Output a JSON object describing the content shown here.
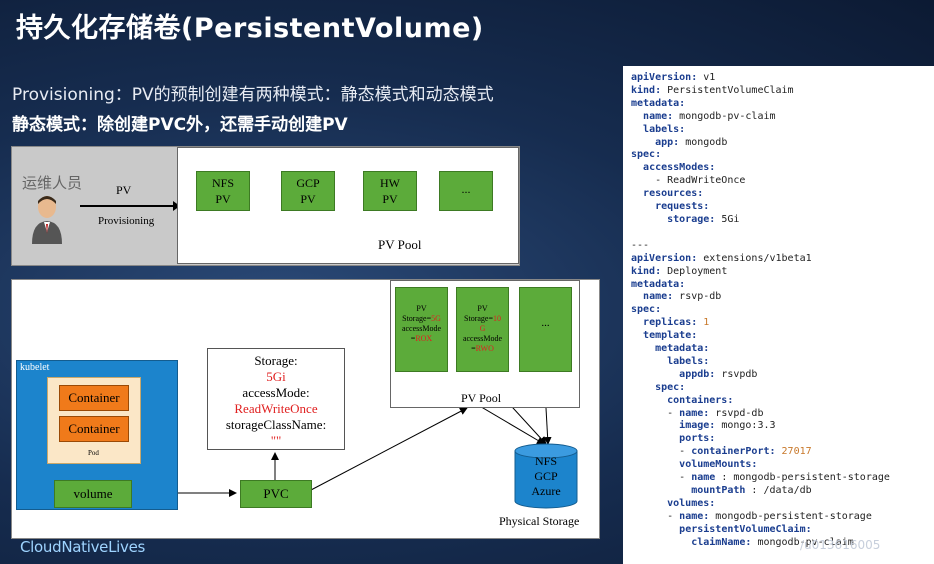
{
  "slide": {
    "title": "持久化存储卷(PersistentVolume)",
    "subtitle": "Provisioning：PV的预制创建有两种模式：静态模式和动态模式",
    "static_mode": "静态模式：除创建PVC外，还需手动创建PV"
  },
  "diagram_top": {
    "ops_label": "运维人员",
    "arrow_label": "PV",
    "arrow_sublabel": "Provisioning",
    "pv_boxes": [
      {
        "line1": "NFS",
        "line2": "PV"
      },
      {
        "line1": "GCP",
        "line2": "PV"
      },
      {
        "line1": "HW",
        "line2": "PV"
      },
      {
        "line1": "...",
        "line2": ""
      }
    ],
    "pool_label": "PV Pool"
  },
  "diagram_bottom": {
    "kubelet_label": "kubelet",
    "containers": [
      "Container",
      "Container"
    ],
    "pod_label": "Pod",
    "volume_label": "volume",
    "pvc_label": "PVC",
    "storage_spec": {
      "storage_key": "Storage:",
      "storage_value": "5Gi",
      "access_key": "accessMode:",
      "access_value": "ReadWriteOnce",
      "class_key": "storageClassName:",
      "class_value": "\"\""
    },
    "pv_pool": {
      "label": "PV Pool",
      "pv1": {
        "l1": "PV",
        "l2": "Storage=",
        "l2v": "5G",
        "l3": "accessMode",
        "l4": "=",
        "l4v": "ROX"
      },
      "pv2": {
        "l1": "PV",
        "l2": "Storage=",
        "l2v": "10",
        "l3v": "G",
        "l3": "accessMode",
        "l4": "=",
        "l4v": "RWO"
      },
      "pv3": "..."
    },
    "storage_cylinder": [
      "NFS",
      "GCP",
      "Azure"
    ],
    "physical_label": "Physical Storage"
  },
  "code": [
    [
      [
        "k",
        "apiVersion:"
      ],
      [
        "t",
        " v1"
      ]
    ],
    [
      [
        "k",
        "kind:"
      ],
      [
        "t",
        " PersistentVolumeClaim"
      ]
    ],
    [
      [
        "k",
        "metadata:"
      ]
    ],
    [
      [
        "t",
        "  "
      ],
      [
        "k",
        "name:"
      ],
      [
        "t",
        " mongodb-pv-claim"
      ]
    ],
    [
      [
        "t",
        "  "
      ],
      [
        "k",
        "labels:"
      ]
    ],
    [
      [
        "t",
        "    "
      ],
      [
        "k",
        "app:"
      ],
      [
        "t",
        " mongodb"
      ]
    ],
    [
      [
        "k",
        "spec:"
      ]
    ],
    [
      [
        "t",
        "  "
      ],
      [
        "k",
        "accessModes:"
      ]
    ],
    [
      [
        "t",
        "    - ReadWriteOnce"
      ]
    ],
    [
      [
        "t",
        "  "
      ],
      [
        "k",
        "resources:"
      ]
    ],
    [
      [
        "t",
        "    "
      ],
      [
        "k",
        "requests:"
      ]
    ],
    [
      [
        "t",
        "      "
      ],
      [
        "k",
        "storage:"
      ],
      [
        "t",
        " 5Gi"
      ]
    ],
    [
      [
        "t",
        ""
      ]
    ],
    [
      [
        "t",
        "---"
      ]
    ],
    [
      [
        "k",
        "apiVersion:"
      ],
      [
        "t",
        " extensions/v1beta1"
      ]
    ],
    [
      [
        "k",
        "kind:"
      ],
      [
        "t",
        " Deployment"
      ]
    ],
    [
      [
        "k",
        "metadata:"
      ]
    ],
    [
      [
        "t",
        "  "
      ],
      [
        "k",
        "name:"
      ],
      [
        "t",
        " rsvp-db"
      ]
    ],
    [
      [
        "k",
        "spec:"
      ]
    ],
    [
      [
        "t",
        "  "
      ],
      [
        "k",
        "replicas:"
      ],
      [
        "n",
        " 1"
      ]
    ],
    [
      [
        "t",
        "  "
      ],
      [
        "k",
        "template:"
      ]
    ],
    [
      [
        "t",
        "    "
      ],
      [
        "k",
        "metadata:"
      ]
    ],
    [
      [
        "t",
        "      "
      ],
      [
        "k",
        "labels:"
      ]
    ],
    [
      [
        "t",
        "        "
      ],
      [
        "k",
        "appdb:"
      ],
      [
        "t",
        " rsvpdb"
      ]
    ],
    [
      [
        "t",
        "    "
      ],
      [
        "k",
        "spec:"
      ]
    ],
    [
      [
        "t",
        "      "
      ],
      [
        "k",
        "containers:"
      ]
    ],
    [
      [
        "t",
        "      - "
      ],
      [
        "k",
        "name:"
      ],
      [
        "t",
        " rsvpd-db"
      ]
    ],
    [
      [
        "t",
        "        "
      ],
      [
        "k",
        "image:"
      ],
      [
        "t",
        " mongo:3.3"
      ]
    ],
    [
      [
        "t",
        "        "
      ],
      [
        "k",
        "ports:"
      ]
    ],
    [
      [
        "t",
        "        - "
      ],
      [
        "k",
        "containerPort:"
      ],
      [
        "n",
        " 27017"
      ]
    ],
    [
      [
        "t",
        "        "
      ],
      [
        "k",
        "volumeMounts:"
      ]
    ],
    [
      [
        "t",
        "        - "
      ],
      [
        "k",
        "name"
      ],
      [
        "t",
        " : mongodb-persistent-storage"
      ]
    ],
    [
      [
        "t",
        "          "
      ],
      [
        "k",
        "mountPath"
      ],
      [
        "t",
        " : /data/db"
      ]
    ],
    [
      [
        "t",
        "      "
      ],
      [
        "k",
        "volumes:"
      ]
    ],
    [
      [
        "t",
        "      - "
      ],
      [
        "k",
        "name:"
      ],
      [
        "t",
        " mongodb-persistent-storage"
      ]
    ],
    [
      [
        "t",
        "        "
      ],
      [
        "k",
        "persistentVolumeClaim:"
      ]
    ],
    [
      [
        "t",
        "          "
      ],
      [
        "k",
        "claimName:"
      ],
      [
        "t",
        " mongodb-pv-claim"
      ]
    ]
  ],
  "footer": {
    "logo": "CloudNativeLives",
    "watermark": "/u013616005"
  }
}
